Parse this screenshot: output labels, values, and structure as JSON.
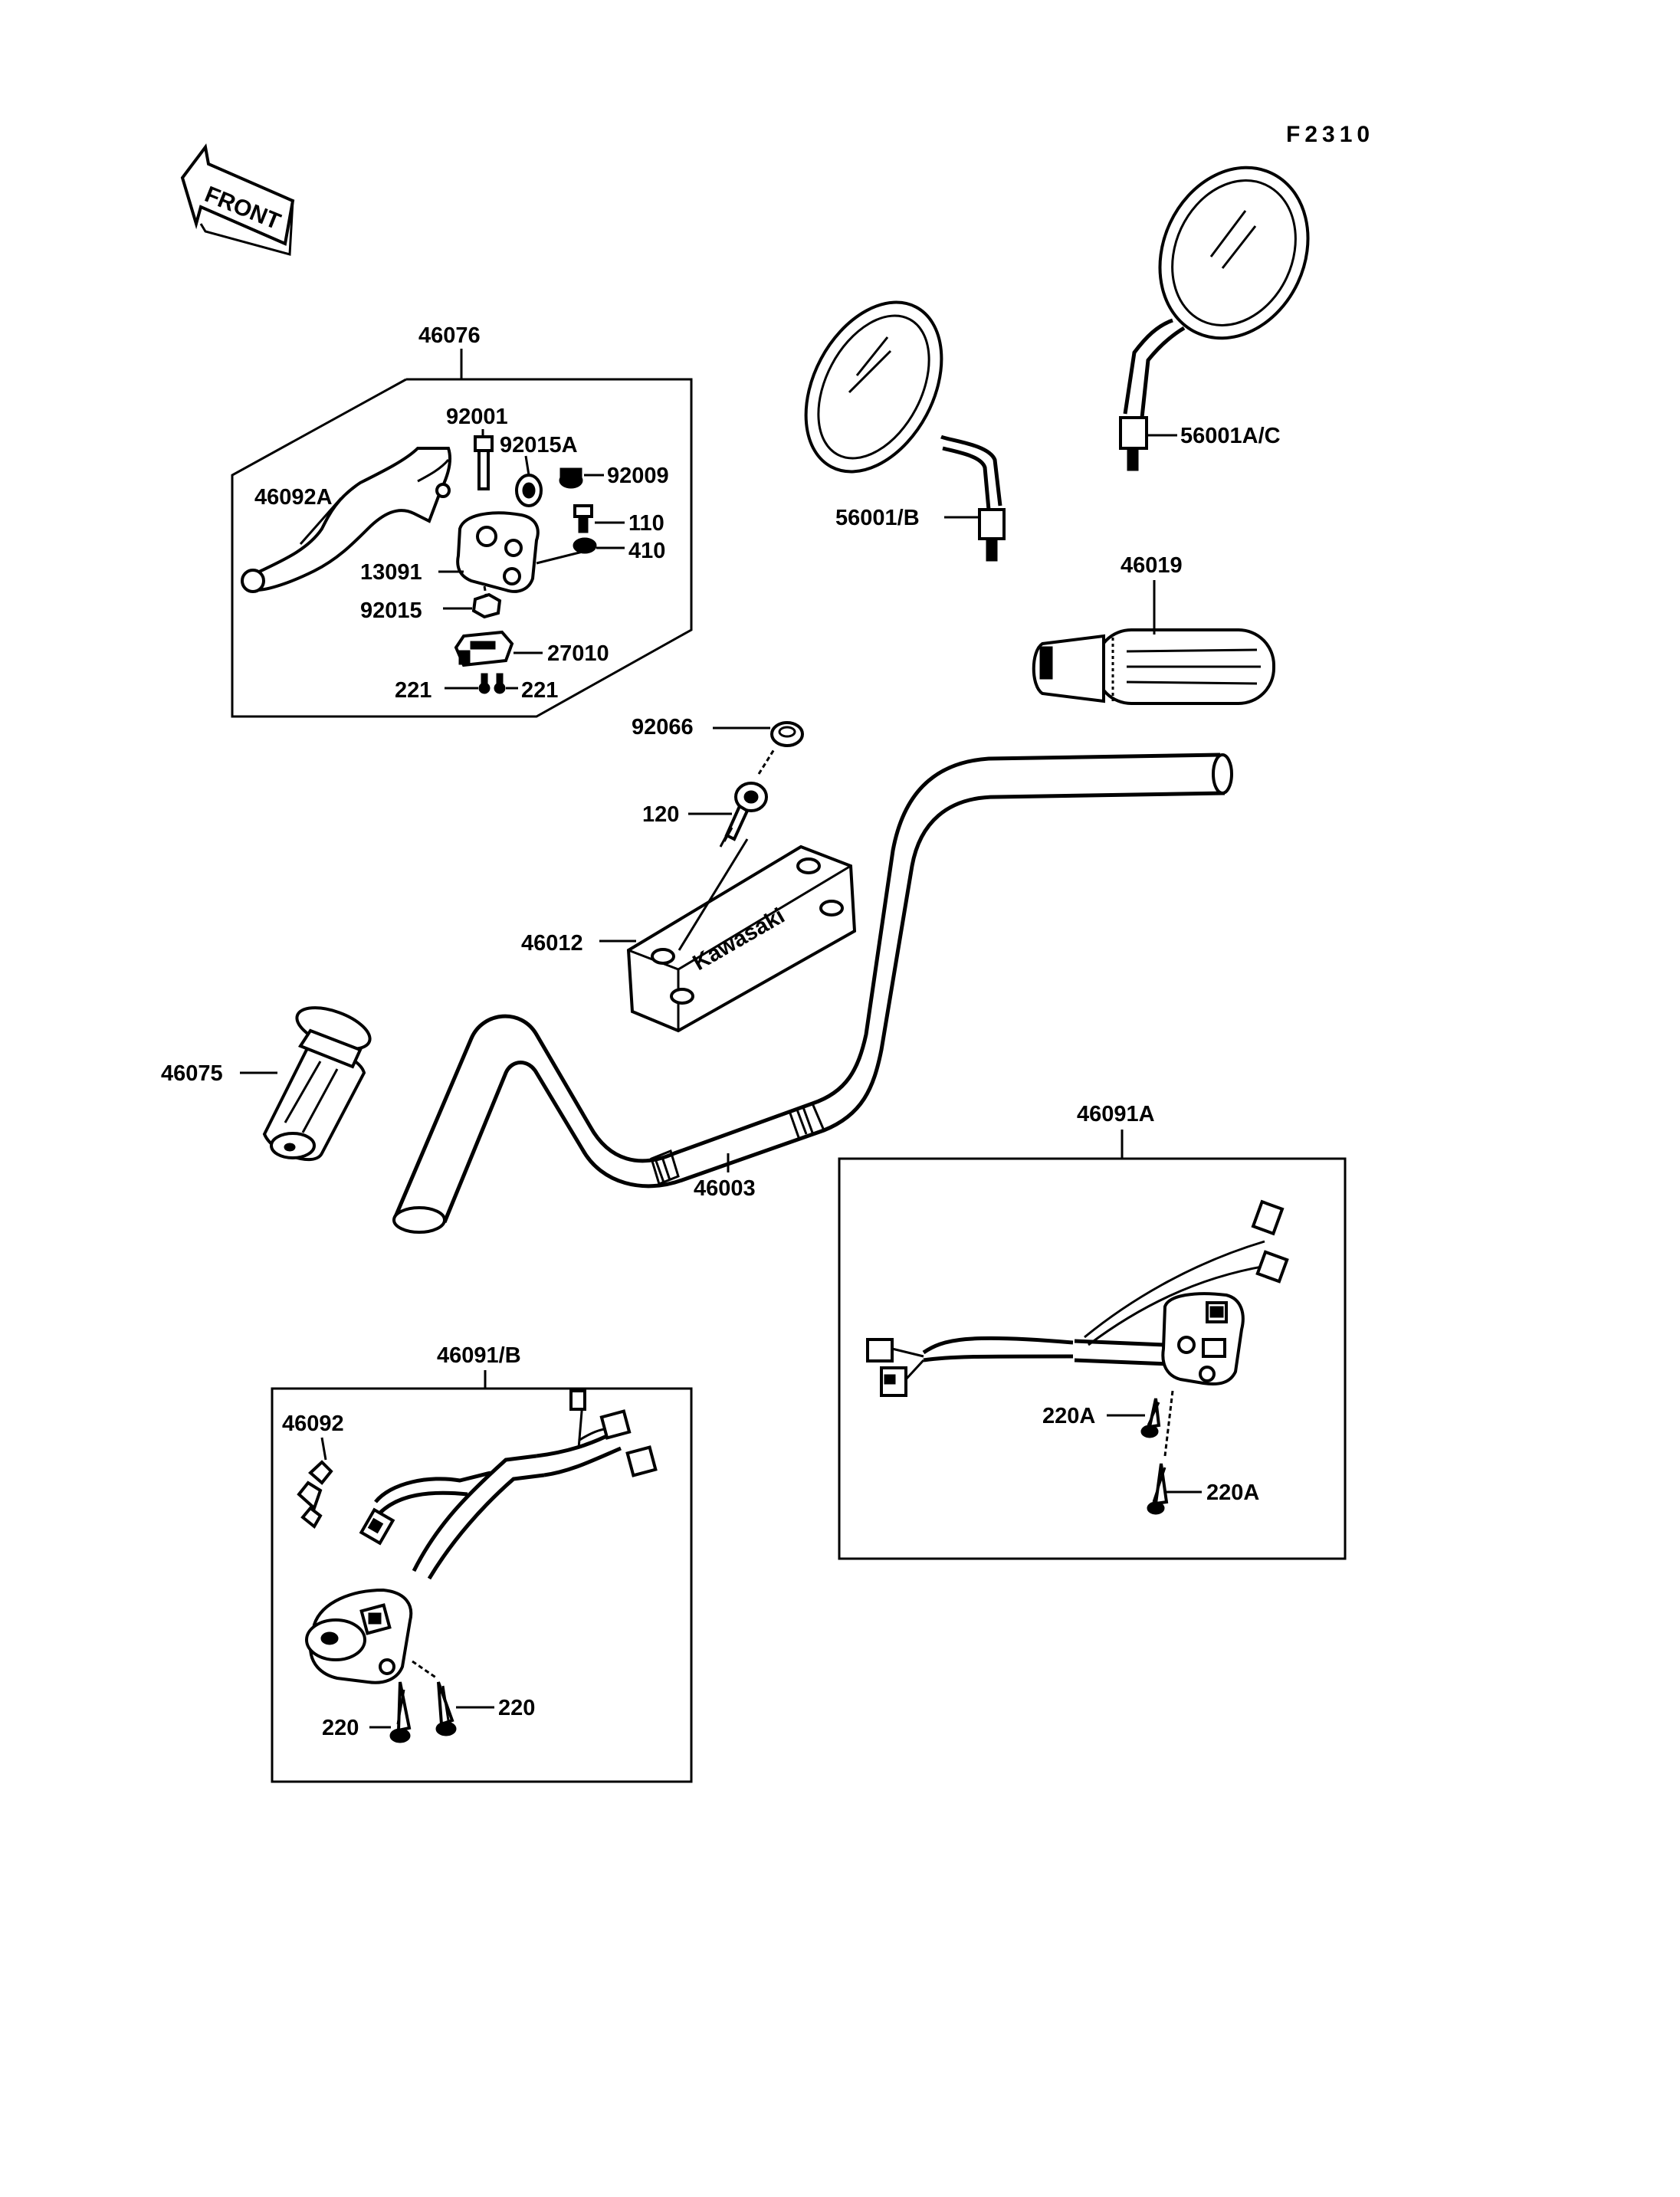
{
  "figure_id": "F2310",
  "front_label": "FRONT",
  "brand_text": "Kawasaki",
  "labels": {
    "p46076": "46076",
    "p92001": "92001",
    "p92015A": "92015A",
    "p92009": "92009",
    "p46092A": "46092A",
    "p110": "110",
    "p410": "410",
    "p13091": "13091",
    "p92015": "92015",
    "p27010": "27010",
    "p221a": "221",
    "p221b": "221",
    "p56001A_C": "56001A/C",
    "p56001_B": "56001/B",
    "p46019": "46019",
    "p92066": "92066",
    "p120": "120",
    "p46012": "46012",
    "p46075": "46075",
    "p46003": "46003",
    "p46091A": "46091A",
    "p220Aa": "220A",
    "p220Ab": "220A",
    "p46091_B": "46091/B",
    "p46092": "46092",
    "p220a": "220",
    "p220b": "220"
  }
}
